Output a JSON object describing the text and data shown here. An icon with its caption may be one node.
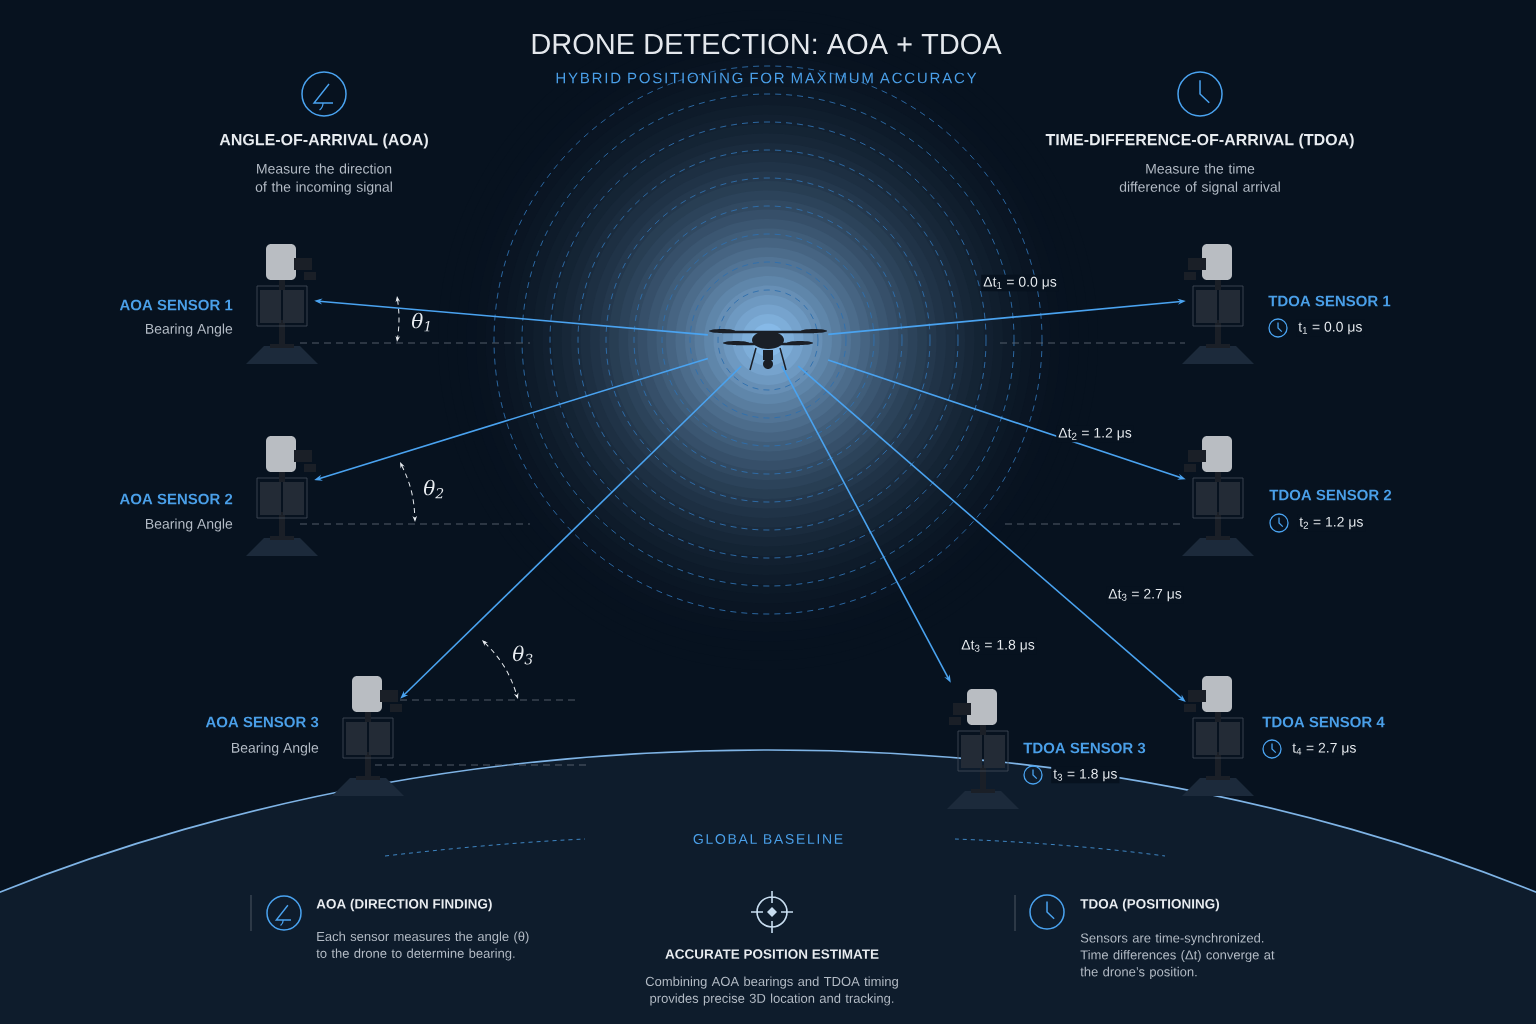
{
  "diagram": {
    "title": "DRONE DETECTION: AOA + TDOA",
    "nodes": [
      {
        "text": [],
        "shape": "picture"
      },
      {
        "text": [
          "AOA SENSOR 1",
          "Bearing Angle"
        ]
      },
      {
        "text": [
          "AOA SENSOR 2",
          "Bearing Angle"
        ]
      },
      {
        "text": [
          "AOA SENSOR 3",
          "Bearing Angle"
        ]
      },
      {
        "text": [
          "TDOA SENSOR 1",
          "t$_{1}$ = 0.0 μs"
        ]
      },
      {
        "text": [
          "TDOA SENSOR 2",
          "t$_{2}$ = 1.2 μs"
        ]
      },
      {
        "text": [
          "TDOA SENSOR 3",
          "t$_{3}$ = 1.8 μs"
        ]
      },
      {
        "text": [
          "TDOA SENSOR 4",
          "t$_{4}$ = 2.7 μs"
        ]
      }
    ],
    "edges": [
      {
        "from": 0,
        "to": 1,
        "arrow": "to"
      },
      {
        "from": 0,
        "to": 2,
        "arrow": "to"
      },
      {
        "from": 0,
        "to": 3,
        "arrow": "to"
      },
      {
        "from": 0,
        "to": 4,
        "arrow": "to",
        "label": "Δt$_{1}$ = 0.0 μs"
      },
      {
        "from": 0,
        "to": 5,
        "arrow": "to",
        "label": "Δt$_{2}$ = 1.2 μs"
      },
      {
        "from": 0,
        "to": 6,
        "arrow": "to",
        "label": "Δt$_{3}$ = 1.8 μs"
      },
      {
        "from": 0,
        "to": 7,
        "arrow": "to",
        "label": "Δt$_{3}$ = 2.7 μs"
      }
    ],
    "labels": [
      "HYBRID POSITIONING FOR MAXIMUM ACCURACY",
      "ANGLE-OF-ARRIVAL (AOA)",
      "Measure the direction of the incoming signal",
      "TIME-DIFFERENCE-OF-ARRIVAL (TDOA)",
      "Measure the time difference of signal arrival",
      "θ$_{1}$",
      "θ$_{2}$",
      "θ$_{3}$",
      "GLOBAL BASELINE",
      "AOA (DIRECTION FINDING)",
      "Each sensor measures the angle (θ) to the drone to determine bearing.",
      "ACCURATE POSITION ESTIMATE",
      "Combining AOA bearings and TDOA timing provides precise 3D location and tracking.",
      "TDOA (POSITIONING)",
      "Sensors are time-synchronized. Time differences (Δt) converge at the drone’s position."
    ]
  }
}
